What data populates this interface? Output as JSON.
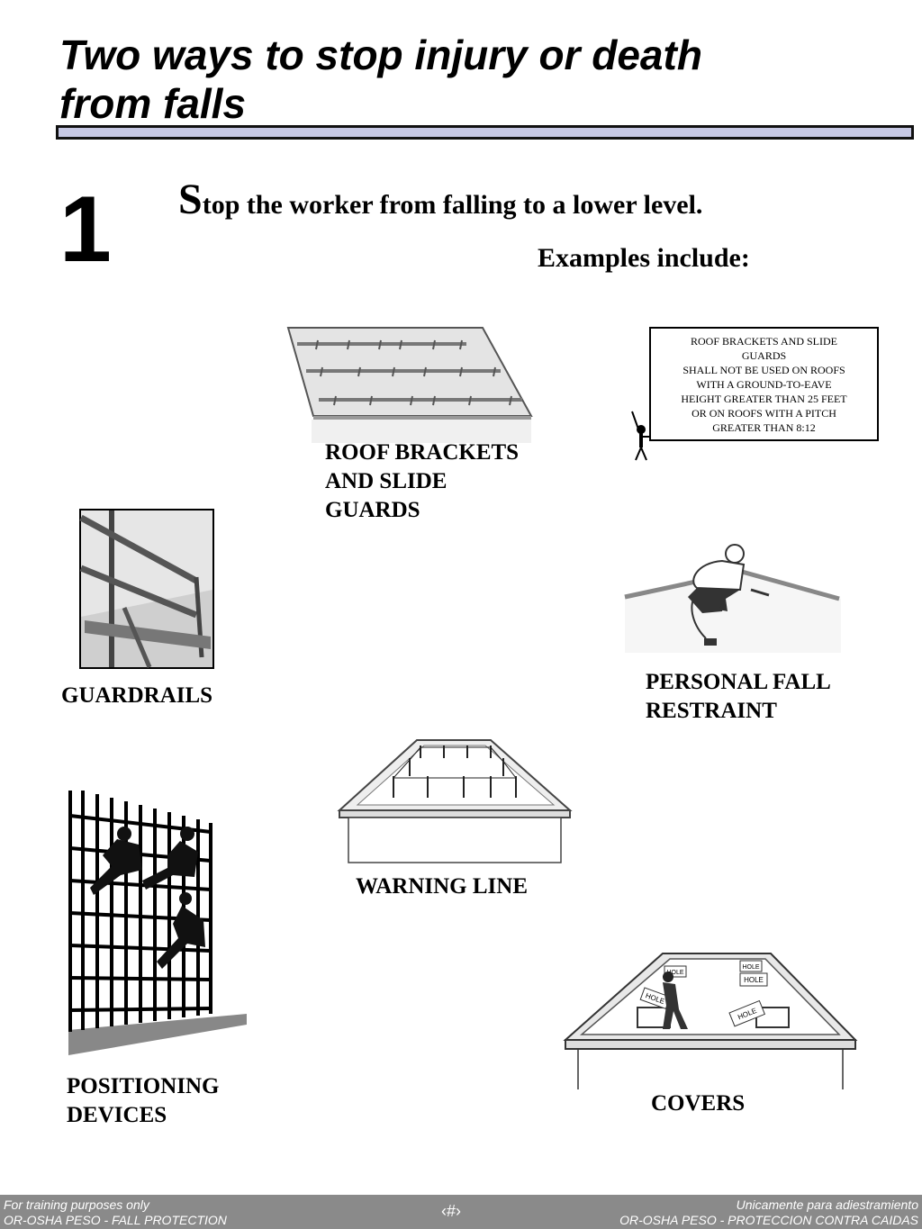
{
  "title": {
    "line1": "Two ways to stop injury or death",
    "line2": "from falls"
  },
  "section": {
    "number": "1",
    "lead_cap": "S",
    "lead_rest": "top the worker from falling to a lower level.",
    "examples": "Examples include:"
  },
  "note": {
    "lines": [
      "ROOF BRACKETS AND SLIDE",
      "GUARDS",
      "SHALL NOT BE USED ON ROOFS",
      "WITH A GROUND-TO-EAVE",
      "HEIGHT GREATER THAN 25 FEET",
      "OR ON ROOFS WITH A PITCH",
      "GREATER THAN 8:12"
    ]
  },
  "labels": {
    "roof_brackets": [
      "ROOF BRACKETS",
      "AND SLIDE",
      "GUARDS"
    ],
    "guardrails": "GUARDRAILS",
    "personal_fall_restraint": [
      "PERSONAL FALL",
      "RESTRAINT"
    ],
    "warning_line": "WARNING LINE",
    "positioning_devices": [
      "POSITIONING",
      "DEVICES"
    ],
    "covers": "COVERS",
    "hole": "HOLE"
  },
  "footer": {
    "left_line1": "For training purposes only",
    "left_line2": "OR-OSHA PESO - FALL PROTECTION",
    "center": "‹#›",
    "right_line1": "Unicamente para adiestramiento",
    "right_line2": "OR-OSHA PESO - PROTECCION CONTRA CAIDAS"
  },
  "colors": {
    "title_bar": "#c6c8e4",
    "footer": "#8a8a8a"
  }
}
